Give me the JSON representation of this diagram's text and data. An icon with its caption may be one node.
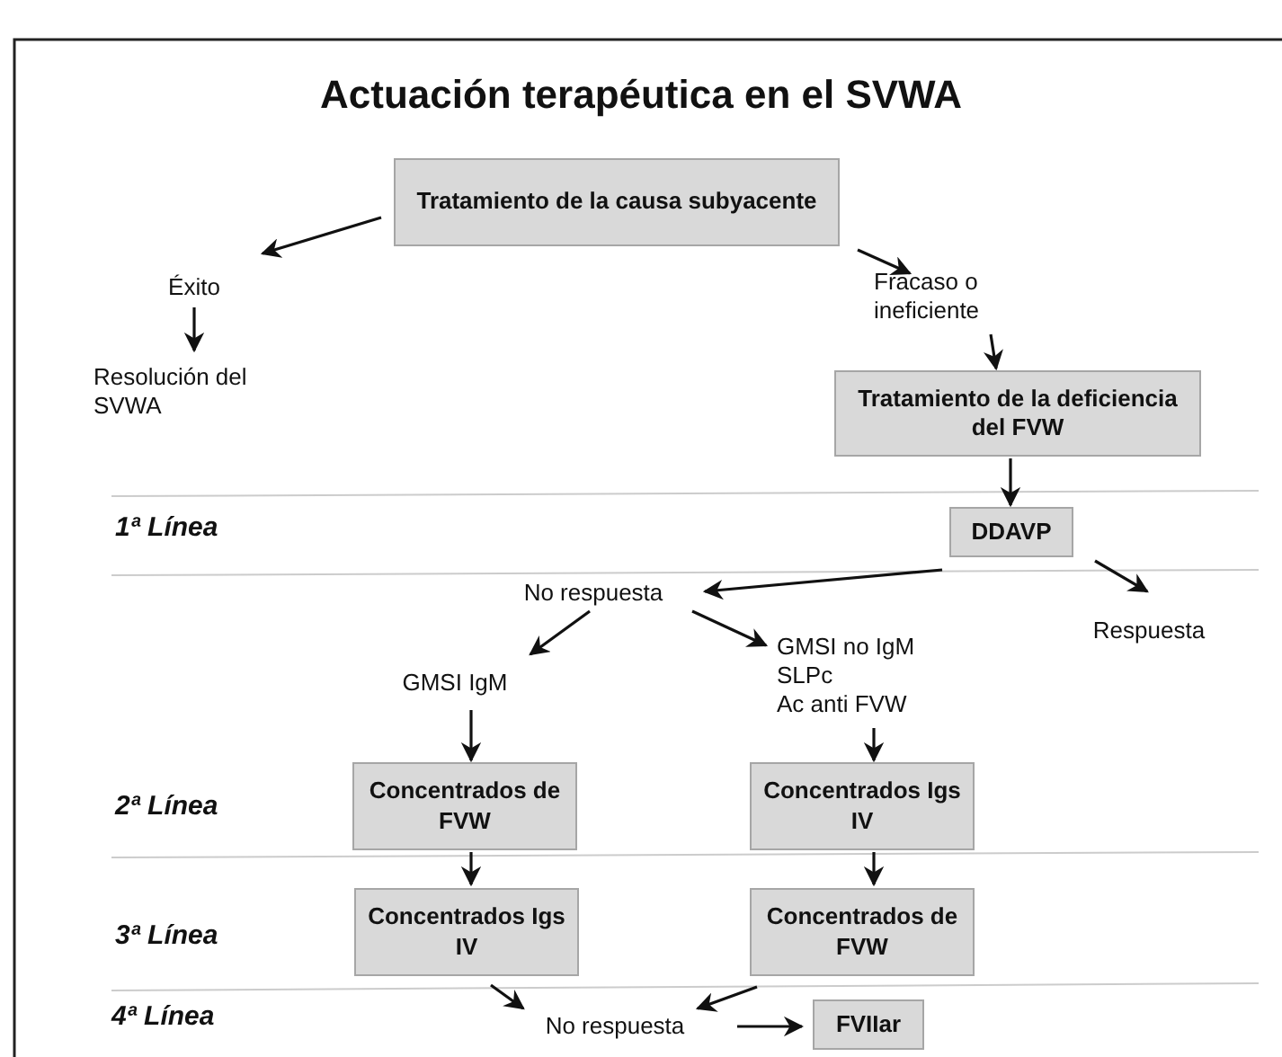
{
  "diagram": {
    "title": "Actuación terapéutica en el SVWA",
    "nodes": [
      {
        "text": [
          "Tratamiento de la causa subyacente"
        ]
      },
      {
        "text": [
          "Éxito"
        ]
      },
      {
        "text": [
          "Resolución del SVWA"
        ]
      },
      {
        "text": [
          "Fracaso o ineficiente"
        ]
      },
      {
        "text": [
          "Tratamiento de la deficiencia del FVW"
        ]
      },
      {
        "text": [
          "DDAVP"
        ]
      },
      {
        "text": [
          "No respuesta"
        ]
      },
      {
        "text": [
          "Respuesta"
        ]
      },
      {
        "text": [
          "GMSI IgM"
        ]
      },
      {
        "text": [
          "GMSI no IgM",
          "SLPc",
          "Ac anti FVW"
        ]
      },
      {
        "text": [
          "Concentrados de FVW"
        ]
      },
      {
        "text": [
          "Concentrados Igs IV"
        ]
      },
      {
        "text": [
          "Concentrados Igs IV"
        ]
      },
      {
        "text": [
          "Concentrados de FVW"
        ]
      },
      {
        "text": [
          "No respuesta"
        ]
      },
      {
        "text": [
          "FVIIar"
        ]
      }
    ],
    "edges": [
      {
        "from": 0,
        "to": 1,
        "arrow": "to"
      },
      {
        "from": 1,
        "to": 2,
        "arrow": "to"
      },
      {
        "from": 0,
        "to": 3,
        "arrow": "to"
      },
      {
        "from": 3,
        "to": 4,
        "arrow": "to"
      },
      {
        "from": 4,
        "to": 5,
        "arrow": "to"
      },
      {
        "from": 5,
        "to": 6,
        "arrow": "to"
      },
      {
        "from": 5,
        "to": 7,
        "arrow": "to"
      },
      {
        "from": 6,
        "to": 8,
        "arrow": "to"
      },
      {
        "from": 6,
        "to": 9,
        "arrow": "to"
      },
      {
        "from": 8,
        "to": 10,
        "arrow": "to"
      },
      {
        "from": 9,
        "to": 11,
        "arrow": "to"
      },
      {
        "from": 10,
        "to": 12,
        "arrow": "to"
      },
      {
        "from": 11,
        "to": 13,
        "arrow": "to"
      },
      {
        "from": 12,
        "to": 14,
        "arrow": "to"
      },
      {
        "from": 13,
        "to": 14,
        "arrow": "to"
      },
      {
        "from": 14,
        "to": 15,
        "arrow": "to"
      }
    ],
    "labels": [
      "1ª Línea",
      "2ª Línea",
      "3ª Línea",
      "4ª Línea"
    ]
  }
}
